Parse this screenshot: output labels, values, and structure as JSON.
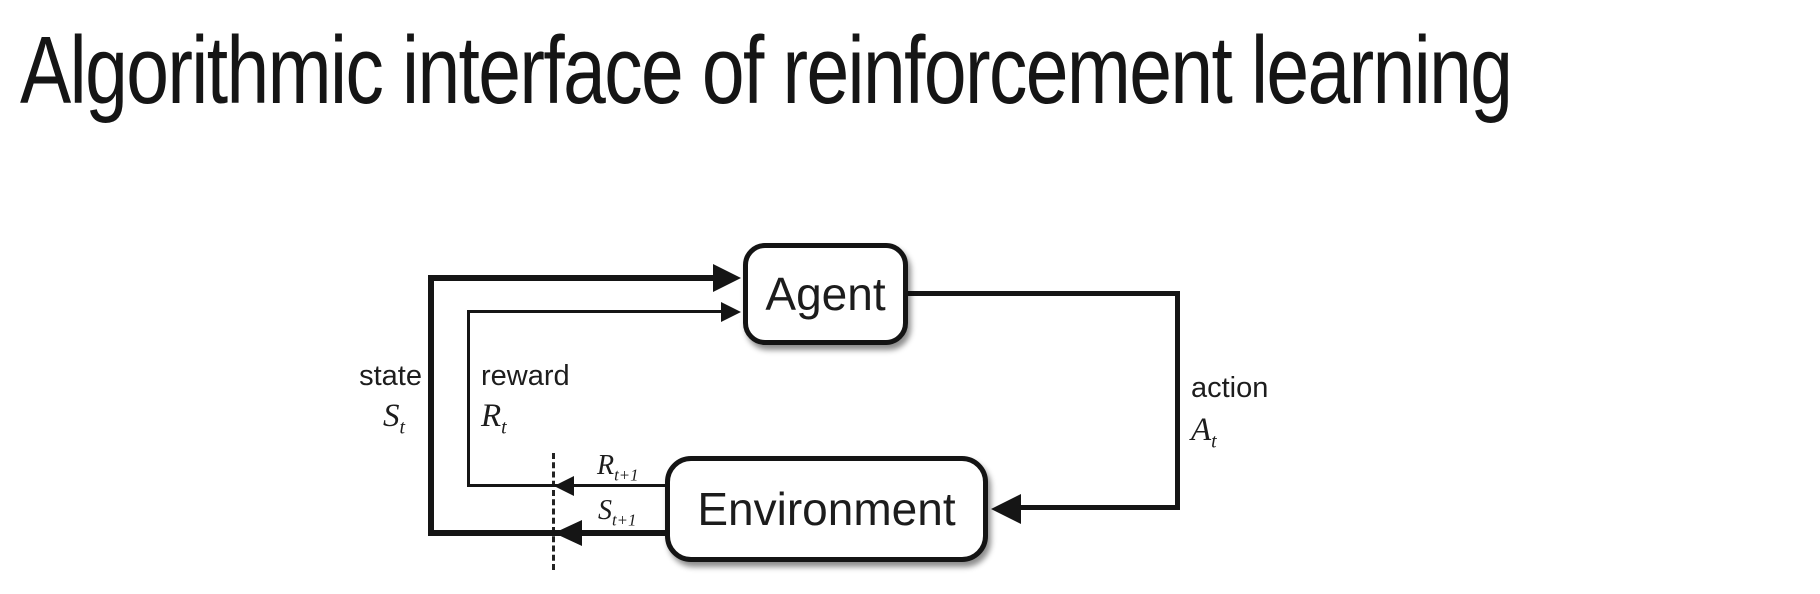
{
  "slide": {
    "title": "Algorithmic interface of reinforcement learning"
  },
  "diagram": {
    "nodes": [
      {
        "id": "agent",
        "label": "Agent"
      },
      {
        "id": "environment",
        "label": "Environment"
      }
    ],
    "labels": {
      "state": {
        "word": "state",
        "symbol": "S",
        "subscript": "t"
      },
      "reward": {
        "word": "reward",
        "symbol": "R",
        "subscript": "t"
      },
      "action": {
        "word": "action",
        "symbol": "A",
        "subscript": "t"
      },
      "reward_next": {
        "symbol": "R",
        "subscript": "t+1"
      },
      "state_next": {
        "symbol": "S",
        "subscript": "t+1"
      }
    },
    "edges": [
      {
        "from": "agent",
        "to": "environment",
        "label": "action A_t"
      },
      {
        "from": "environment",
        "to": "agent",
        "label": "reward R_t (R_t+1 before time-step boundary)"
      },
      {
        "from": "environment",
        "to": "agent",
        "label": "state S_t (S_t+1 before time-step boundary)"
      }
    ],
    "colors": {
      "background": "#ffffff",
      "line": "#151515",
      "box_border": "#141414",
      "box_fill": "#ffffff",
      "text": "#1d1d1d"
    }
  }
}
